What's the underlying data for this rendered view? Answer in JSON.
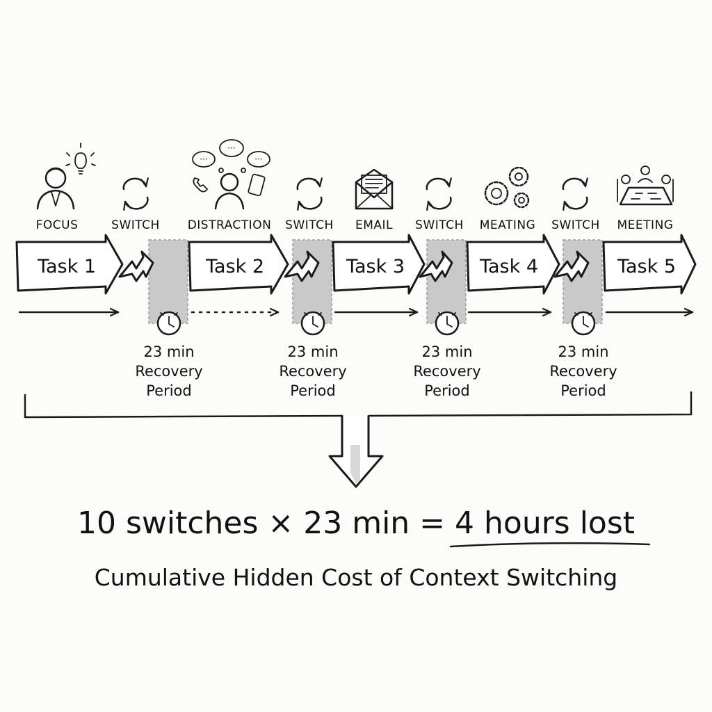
{
  "stages": [
    {
      "label": "FOCUS",
      "icon": "person-lightbulb-icon"
    },
    {
      "label": "SWITCH",
      "icon": "switch-arrows-icon"
    },
    {
      "label": "DISTRACTION",
      "icon": "thought-bubbles-phone-icon"
    },
    {
      "label": "SWITCH",
      "icon": "switch-arrows-icon"
    },
    {
      "label": "EMAIL",
      "icon": "envelope-icon"
    },
    {
      "label": "SWITCH",
      "icon": "switch-arrows-icon"
    },
    {
      "label": "MEATING",
      "icon": "gears-icon"
    },
    {
      "label": "SWITCH",
      "icon": "switch-arrows-icon"
    },
    {
      "label": "MEETING",
      "icon": "meeting-table-icon"
    }
  ],
  "tasks": [
    "Task 1",
    "Task 2",
    "Task 3",
    "Task 4",
    "Task 5"
  ],
  "recovery": [
    {
      "line1": "23 min",
      "line2": "Recovery",
      "line3": "Period",
      "icon": "clock-icon"
    },
    {
      "line1": "23 min",
      "line2": "Recovery",
      "line3": "Period",
      "icon": "clock-icon"
    },
    {
      "line1": "23 min",
      "line2": "Recovery",
      "line3": "Period",
      "icon": "clock-icon"
    },
    {
      "line1": "23 min",
      "line2": "Recovery",
      "line3": "Period",
      "icon": "clock-icon"
    }
  ],
  "equation": {
    "left": "10 switches × 23 min = ",
    "highlight": "4 hours lost"
  },
  "subtitle": "Cumulative Hidden Cost of Context Switching"
}
